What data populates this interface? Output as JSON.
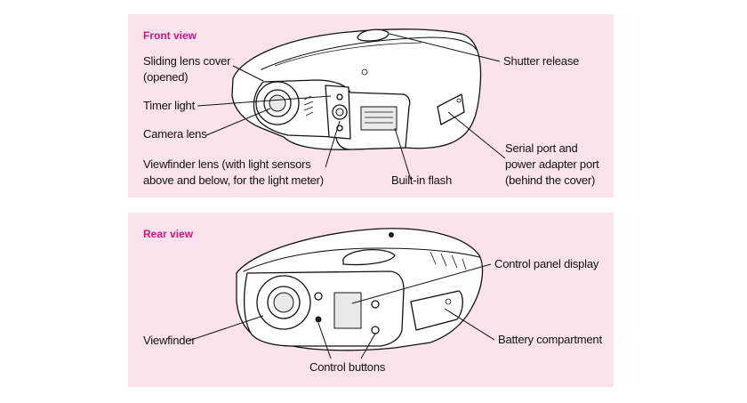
{
  "front_view": {
    "heading": "Front view",
    "labels": {
      "sliding_lens_cover": [
        "Sliding lens cover",
        "(opened)"
      ],
      "timer_light": [
        "Timer light"
      ],
      "camera_lens": [
        "Camera lens"
      ],
      "viewfinder_lens": [
        "Viewfinder lens (with light sensors",
        "above and below, for the light meter)"
      ],
      "built_in_flash": [
        "Built-in flash"
      ],
      "shutter_release": [
        "Shutter release"
      ],
      "serial_port": [
        "Serial port and",
        "power adapter port",
        "(behind the cover)"
      ]
    }
  },
  "rear_view": {
    "heading": "Rear view",
    "labels": {
      "control_panel_display": [
        "Control panel display"
      ],
      "viewfinder": [
        "Viewfinder"
      ],
      "battery_compartment": [
        "Battery compartment"
      ],
      "control_buttons": [
        "Control buttons"
      ]
    }
  },
  "colors": {
    "panel_background": "#fbe3ec",
    "heading": "#d4147f",
    "text": "#111111"
  }
}
